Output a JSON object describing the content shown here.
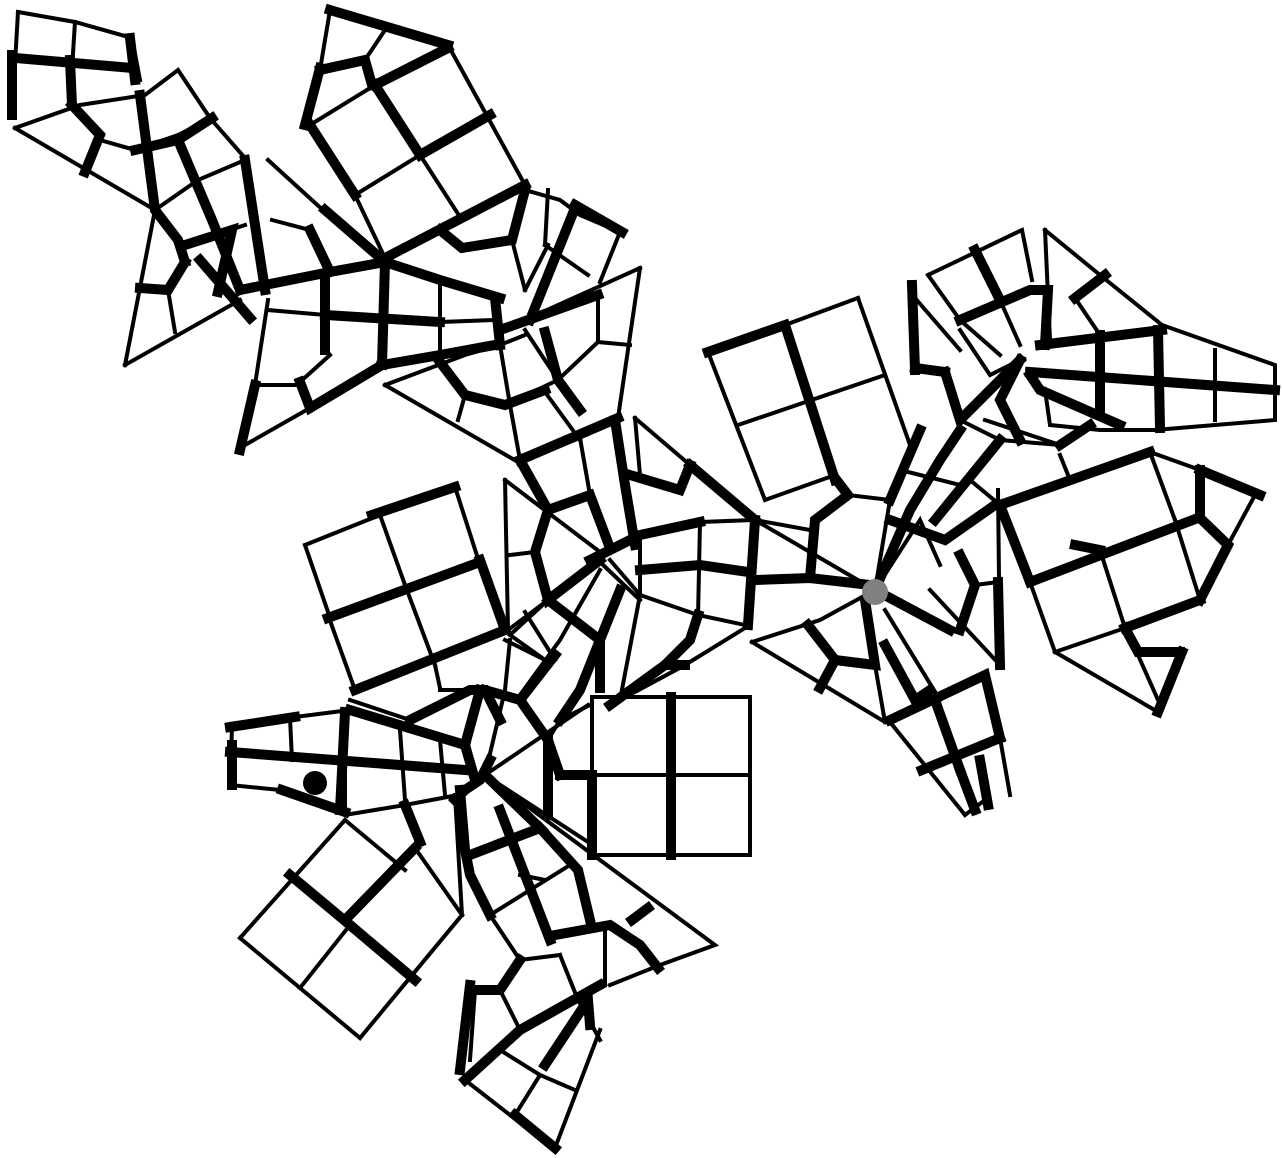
{
  "colors": {
    "background": "#ffffff",
    "ink": "#000000",
    "marker_gray": "#808080",
    "marker_black": "#000000"
  },
  "diagram": {
    "kind": "polyhedral-net",
    "markers": [
      {
        "name": "gray-dot",
        "color": "#808080"
      },
      {
        "name": "black-dot",
        "color": "#000000"
      }
    ]
  }
}
